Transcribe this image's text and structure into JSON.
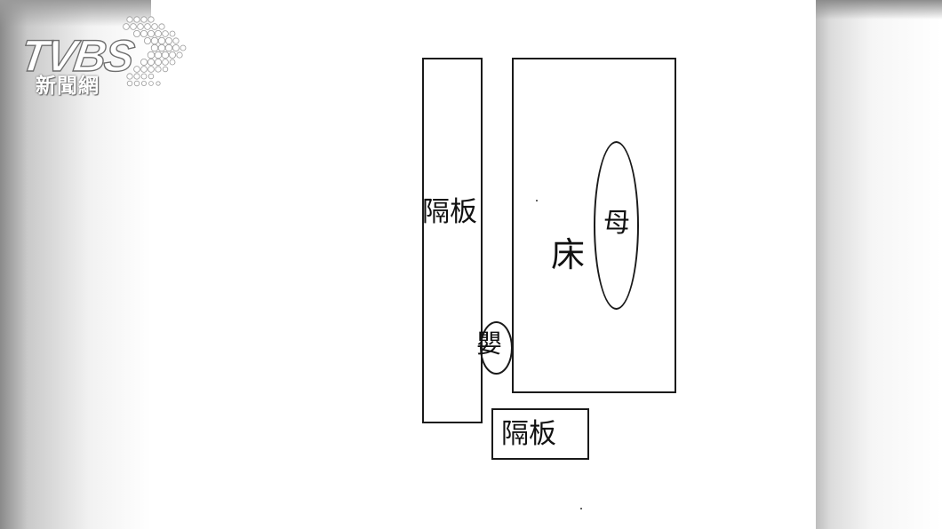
{
  "logo": {
    "wordmark": "TVBS",
    "subtitle": "新聞網"
  },
  "diagram": {
    "left_partition_label": "隔板",
    "bed_label": "床",
    "mother_label": "母",
    "baby_label": "嬰",
    "bottom_partition_label": "隔板"
  }
}
